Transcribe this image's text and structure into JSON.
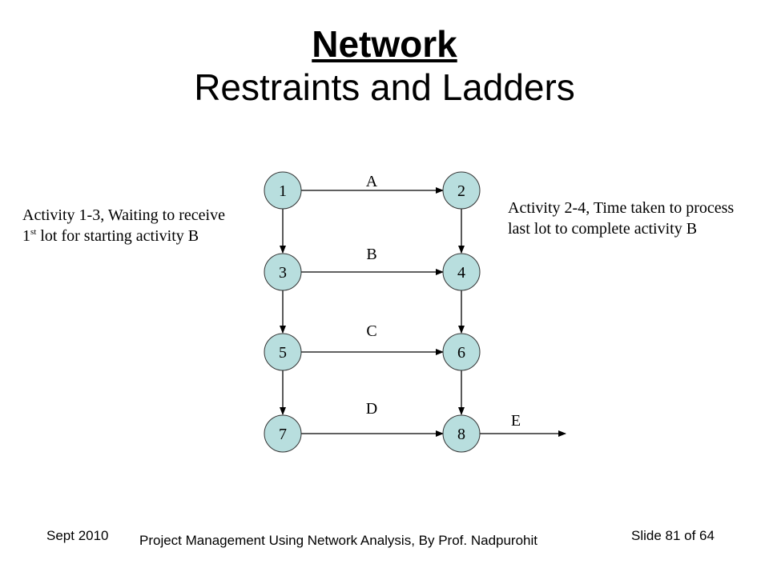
{
  "slide": {
    "title_main": "Network",
    "title_sub": "Restraints and Ladders"
  },
  "notes": {
    "left_prefix": "Activity 1-3, Waiting to receive 1",
    "left_sup": "st",
    "left_suffix": " lot for starting activity B",
    "right": "Activity 2-4, Time taken to process last lot to complete activity B"
  },
  "diagram": {
    "nodes": [
      "1",
      "2",
      "3",
      "4",
      "5",
      "6",
      "7",
      "8"
    ],
    "activities": [
      "A",
      "B",
      "C",
      "D",
      "E"
    ],
    "node_fill": "#b8dede",
    "node_stroke": "#333333"
  },
  "footer": {
    "date": "Sept 2010",
    "center": "Project Management Using Network Analysis, By Prof. Nadpurohit",
    "slide_number": "Slide 81 of 64"
  }
}
